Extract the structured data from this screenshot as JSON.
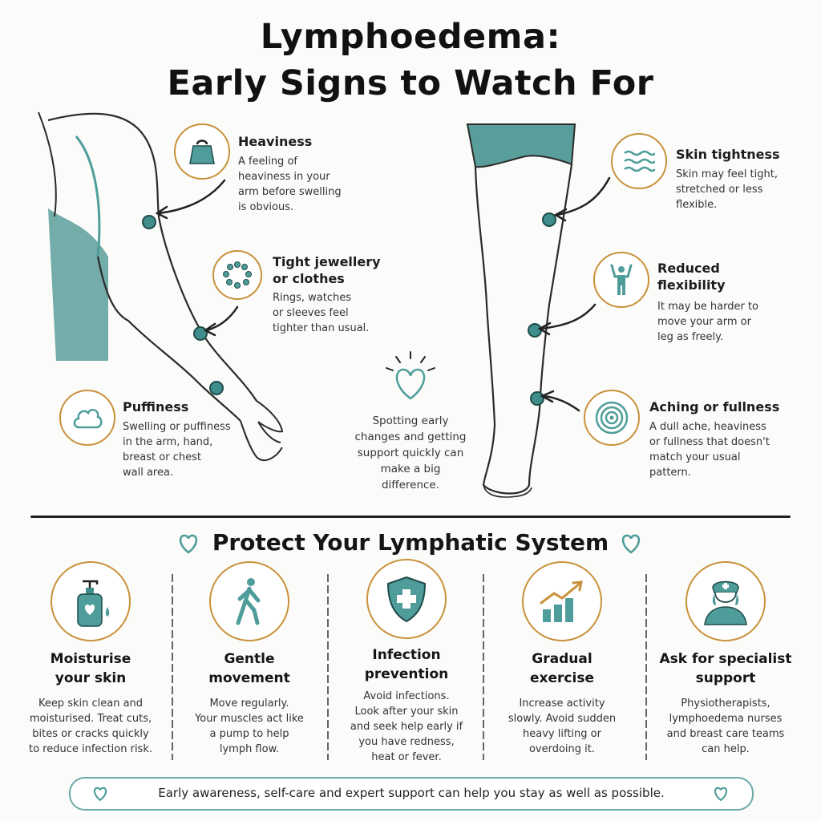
{
  "title": {
    "line1": "Lymphoedema:",
    "line2": "Early Signs to Watch For"
  },
  "colors": {
    "teal": "#4f9d9a",
    "gold": "#c8913a",
    "ink": "#1f1f1f"
  },
  "signs": {
    "heaviness": {
      "icon": "weight-icon",
      "title": "Heaviness",
      "desc": [
        "A feeling of",
        "heaviness in your",
        "arm before swelling",
        "is obvious."
      ]
    },
    "jewellery": {
      "icon": "bracelet-icon",
      "title": [
        "Tight jewellery",
        "or clothes"
      ],
      "desc": [
        "Rings, watches",
        "or sleeves feel",
        "tighter than usual."
      ]
    },
    "puffiness": {
      "icon": "cloud-icon",
      "title": "Puffiness",
      "desc": [
        "Swelling or puffiness",
        "in the arm, hand,",
        "breast or chest",
        "wall area."
      ]
    },
    "tightness": {
      "icon": "waves-icon",
      "title": "Skin tightness",
      "desc": [
        "Skin may feel tight,",
        "stretched or less",
        "flexible."
      ]
    },
    "flexibility": {
      "icon": "person-stretch-icon",
      "title": [
        "Reduced",
        "flexibility"
      ],
      "desc": [
        "It may be harder to",
        "move your arm or",
        "leg as freely."
      ]
    },
    "aching": {
      "icon": "target-icon",
      "title": "Aching or fullness",
      "desc": [
        "A dull ache, heaviness",
        "or fullness that doesn't",
        "match your usual",
        "pattern."
      ]
    }
  },
  "center_note": [
    "Spotting early",
    "changes and getting",
    "support quickly can",
    "make a big",
    "difference."
  ],
  "protect": {
    "title": "Protect Your Lymphatic System",
    "tips": [
      {
        "icon": "lotion-bottle-icon",
        "title": [
          "Moisturise",
          "your skin"
        ],
        "desc": [
          "Keep skin clean and",
          "moisturised. Treat cuts,",
          "bites or cracks quickly",
          "to reduce infection risk."
        ]
      },
      {
        "icon": "walking-person-icon",
        "title": [
          "Gentle",
          "movement"
        ],
        "desc": [
          "Move regularly.",
          "Your muscles act like",
          "a pump to help",
          "lymph flow."
        ]
      },
      {
        "icon": "shield-cross-icon",
        "title": [
          "Infection",
          "prevention"
        ],
        "desc": [
          "Avoid infections.",
          "Look after your skin",
          "and seek help early if",
          "you have redness,",
          "heat or fever."
        ]
      },
      {
        "icon": "growth-chart-icon",
        "title": [
          "Gradual",
          "exercise"
        ],
        "desc": [
          "Increase activity",
          "slowly. Avoid sudden",
          "heavy lifting or",
          "overdoing it."
        ]
      },
      {
        "icon": "nurse-icon",
        "title": [
          "Ask for specialist",
          "support"
        ],
        "desc": [
          "Physiotherapists,",
          "lymphoedema nurses",
          "and breast care teams",
          "can help."
        ]
      }
    ]
  },
  "footer": "Early awareness, self-care and expert support can help you stay as well as possible."
}
